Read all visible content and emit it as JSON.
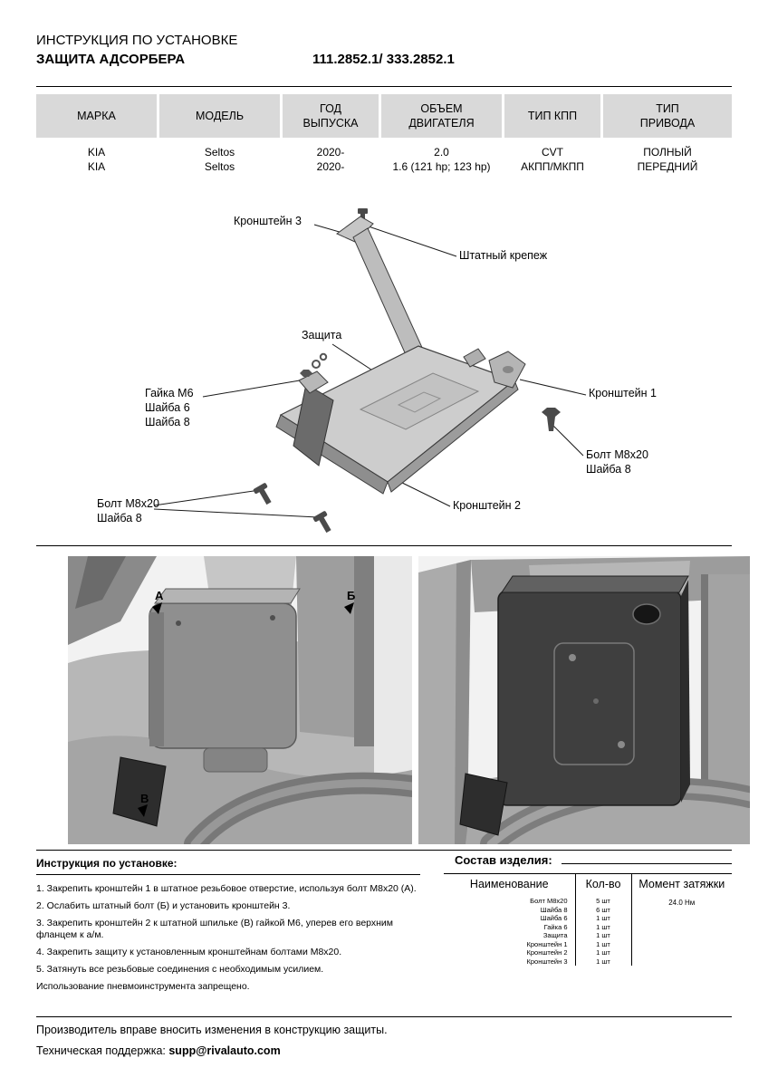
{
  "header": {
    "doc_type": "ИНСТРУКЦИЯ ПО УСТАНОВКЕ",
    "product_title": "ЗАЩИТА АДСОРБЕРА",
    "part_numbers": "111.2852.1/ 333.2852.1"
  },
  "colors": {
    "table_header_bg": "#d9d9d9",
    "text": "#000000"
  },
  "spec_table": {
    "headers": [
      "МАРКА",
      "МОДЕЛЬ",
      "ГОД\nВЫПУСКА",
      "ОБЪЕМ\nДВИГАТЕЛЯ",
      "ТИП КПП",
      "ТИП\nПРИВОДА"
    ],
    "rows": [
      [
        "KIA",
        "Seltos",
        "2020-",
        "2.0",
        "CVT",
        "ПОЛНЫЙ"
      ],
      [
        "KIA",
        "Seltos",
        "2020-",
        "1.6 (121 hp; 123 hp)",
        "АКПП/МКПП",
        "ПЕРЕДНИЙ"
      ]
    ]
  },
  "diagram": {
    "labels": {
      "bracket3": "Кронштейн 3",
      "stock_fastener": "Штатный крепеж",
      "shield": "Защита",
      "nut_washers": "Гайка М6\nШайба 6\nШайба 8",
      "bracket1": "Кронштейн 1",
      "bolt_washer_right": "Болт М8х20\nШайба 8",
      "bracket2": "Кронштейн 2",
      "bolt_washer_left": "Болт М8х20\nШайба 8"
    }
  },
  "photos": {
    "markers": {
      "a": "А",
      "b": "Б",
      "v": "В"
    }
  },
  "instructions": {
    "title": "Инструкция по установке:",
    "steps": [
      "1. Закрепить кронштейн 1 в штатное резьбовое отверстие, используя болт М8х20 (А).",
      "2. Ослабить штатный болт (Б) и установить кронштейн 3.",
      "3. Закрепить кронштейн 2 к штатной шпильке (В) гайкой М6, уперев его верхним фланцем к а/м.",
      "4. Закрепить защиту к установленным кронштейнам болтами М8х20.",
      "5. Затянуть все резьбовые соединения с необходимым усилием.",
      "Использование пневмоинструмента запрещено."
    ]
  },
  "parts": {
    "title": "Состав изделия:",
    "headers": [
      "Наименование",
      "Кол-во",
      "Момент затяжки"
    ],
    "torque": "24.0 Нм",
    "rows": [
      [
        "Болт М8х20",
        "5 шт"
      ],
      [
        "Шайба 8",
        "6 шт"
      ],
      [
        "Шайба 6",
        "1 шт"
      ],
      [
        "Гайка 6",
        "1 шт"
      ],
      [
        "Защита",
        "1 шт"
      ],
      [
        "Кронштейн 1",
        "1 шт"
      ],
      [
        "Кронштейн 2",
        "1 шт"
      ],
      [
        "Кронштейн 3",
        "1 шт"
      ]
    ]
  },
  "footer": {
    "note": "Производитель вправе вносить изменения в конструкцию защиты.",
    "support_label": "Техническая поддержка:",
    "support_email": "supp@rivalauto.com"
  }
}
